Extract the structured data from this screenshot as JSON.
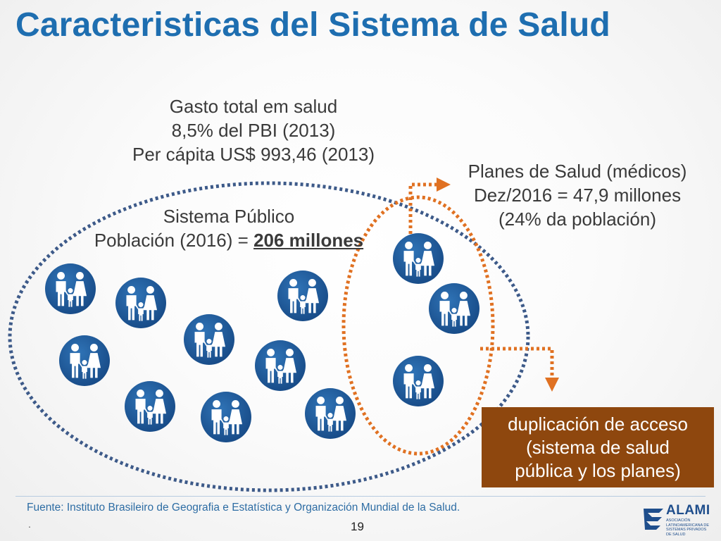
{
  "title": "Caracteristicas del Sistema de Salud",
  "gasto": {
    "line1": "Gasto total em salud",
    "line2": "8,5% del PBI (2013)",
    "line3": "Per cápita US$ 993,46 (2013)"
  },
  "publico": {
    "line1": "Sistema Público",
    "line2_prefix": "Población (2016) = ",
    "line2_value": "206 millones"
  },
  "planes": {
    "line1": "Planes de Salud (médicos)",
    "line2": "Dez/2016 = 47,9 millones",
    "line3": "(24% da población)"
  },
  "duplicacion": {
    "line1": "duplicación de acceso",
    "line2": "(sistema de salud",
    "line3": "pública y los planes)"
  },
  "icons": {
    "family": "family-icon",
    "logo": "alami-logo"
  },
  "colors": {
    "title": "#1e6eb0",
    "icon_circle": "#1f5a99",
    "public_ellipse": "#3d5a89",
    "planes_ellipse": "#e07122",
    "duplication_box": "#8e470e"
  },
  "footer": {
    "source": "Fuente: Instituto Brasileiro de Geografia e Estatística y Organización Mundial de la Salud.",
    "dot": ".",
    "page_number": "19",
    "logo_word": "ALAMI",
    "logo_sub": "ASOCIACIÓN LATINOAMERICANA DE SISTEMAS PRIVADOS DE SALUD"
  }
}
